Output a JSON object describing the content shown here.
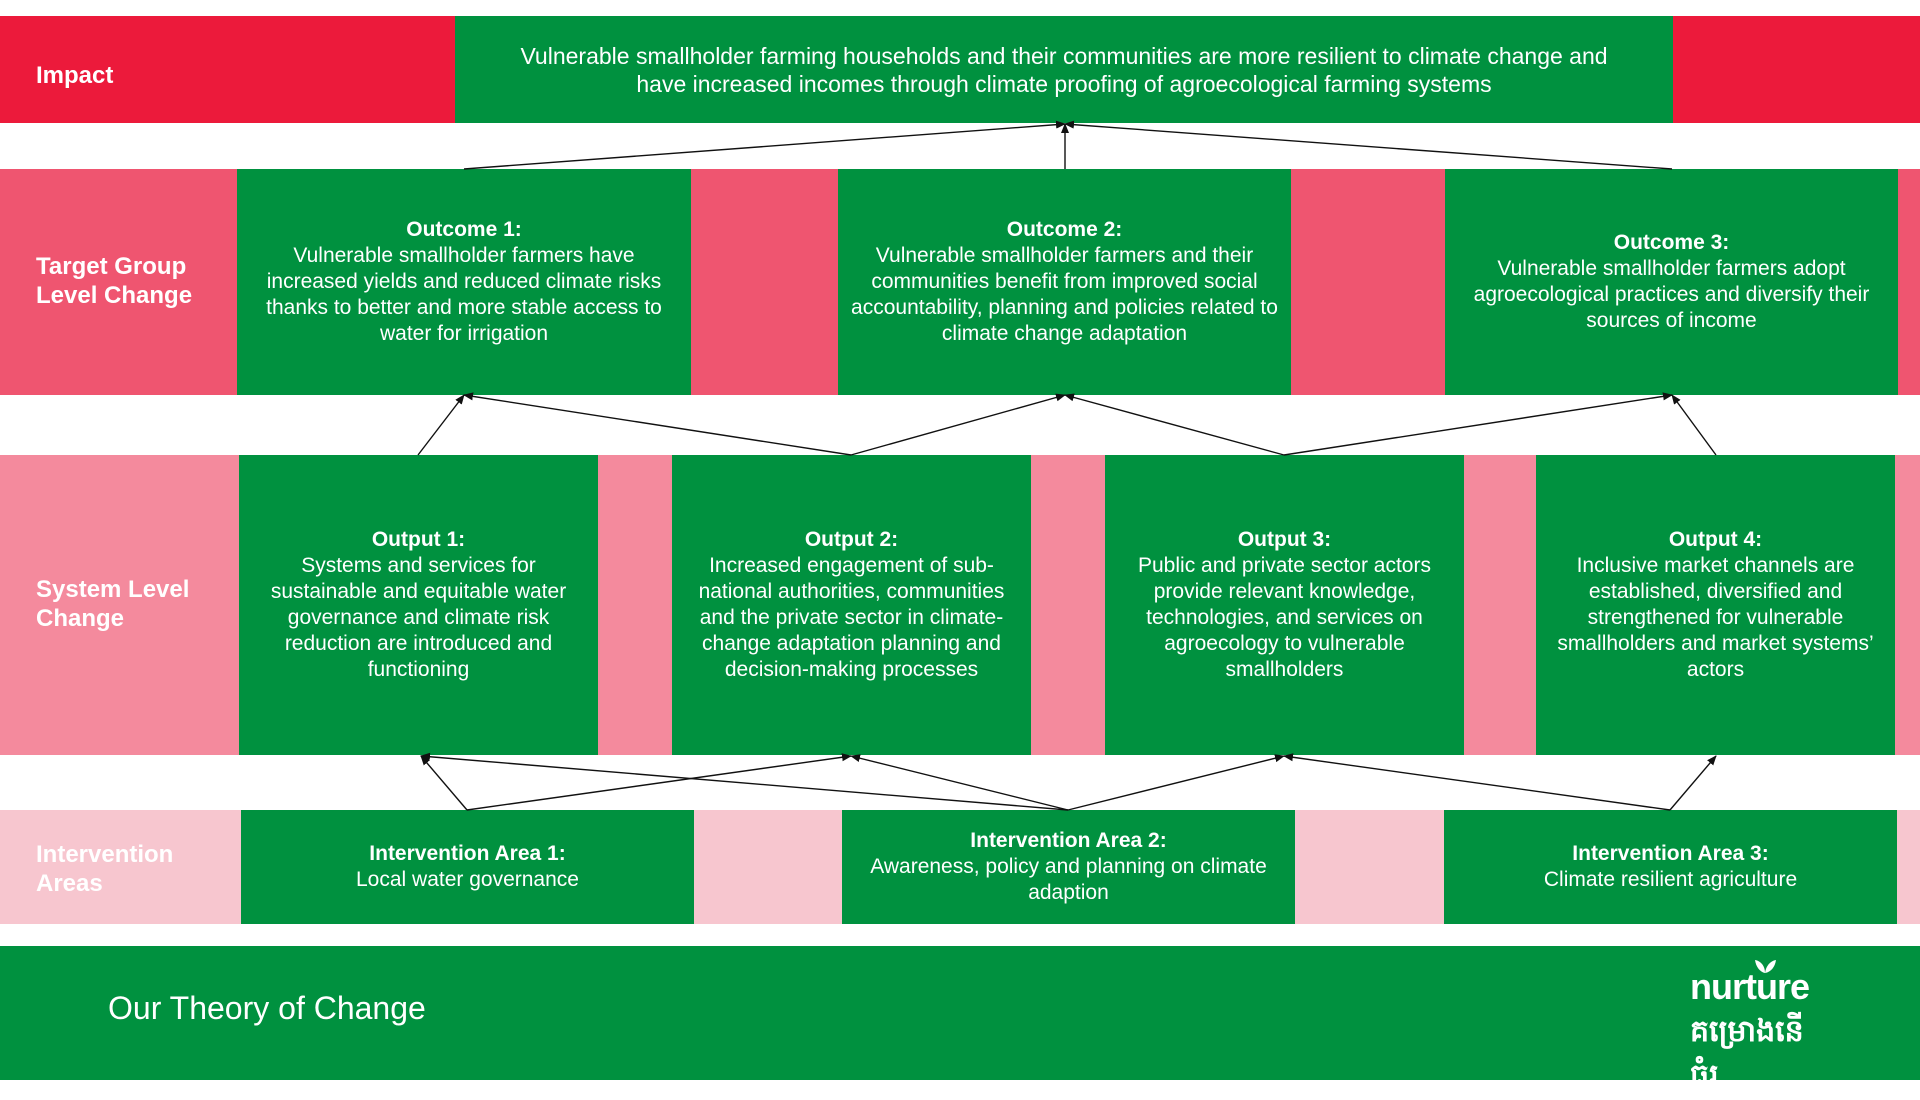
{
  "colors": {
    "green": "#00913f",
    "impact_red": "#ec1a3b",
    "outcome_pink": "#ef5570",
    "output_pink": "#f48a9d",
    "intervention_pink": "#f7c6cf",
    "white": "#ffffff"
  },
  "rows": {
    "impact": "Impact",
    "target": "Target Group Level Change",
    "system": "System Level Change",
    "intervention": "Intervention Areas"
  },
  "impact": {
    "text": "Vulnerable smallholder farming households and their communities are more resilient to climate change and have increased incomes through climate proofing of agroecological farming systems"
  },
  "outcomes": [
    {
      "title": "Outcome 1:",
      "body": "Vulnerable smallholder farmers have increased yields and reduced climate risks thanks to better and more stable access to water for irrigation"
    },
    {
      "title": "Outcome 2:",
      "body": "Vulnerable smallholder farmers and their communities benefit from improved social accountability, planning and policies related to climate change adaptation"
    },
    {
      "title": "Outcome 3:",
      "body": "Vulnerable smallholder farmers adopt agroecological practices and diversify their sources of income"
    }
  ],
  "outputs": [
    {
      "title": "Output 1:",
      "body": "Systems and services for sustainable and equitable water governance and climate risk reduction are introduced and functioning"
    },
    {
      "title": "Output 2:",
      "body": "Increased engagement of sub-national authorities, communities and the private sector in climate-change adaptation planning and decision-making processes"
    },
    {
      "title": "Output 3:",
      "body": "Public and private sector actors provide relevant knowledge, technologies, and services on agroecology to vulnerable smallholders"
    },
    {
      "title": "Output 4:",
      "body": "Inclusive market channels are established, diversified and strengthened for vulnerable smallholders and market systems’ actors"
    }
  ],
  "interventions": [
    {
      "title": "Intervention Area 1:",
      "body": "Local water governance"
    },
    {
      "title": "Intervention Area 2:",
      "body": "Awareness, policy and planning on climate adaption"
    },
    {
      "title": "Intervention Area 3:",
      "body": "Climate resilient agriculture"
    }
  ],
  "footer": {
    "title": "Our Theory of Change",
    "logo_word": "nurture",
    "logo_khmer": "គម្រោងនើធំរ"
  }
}
